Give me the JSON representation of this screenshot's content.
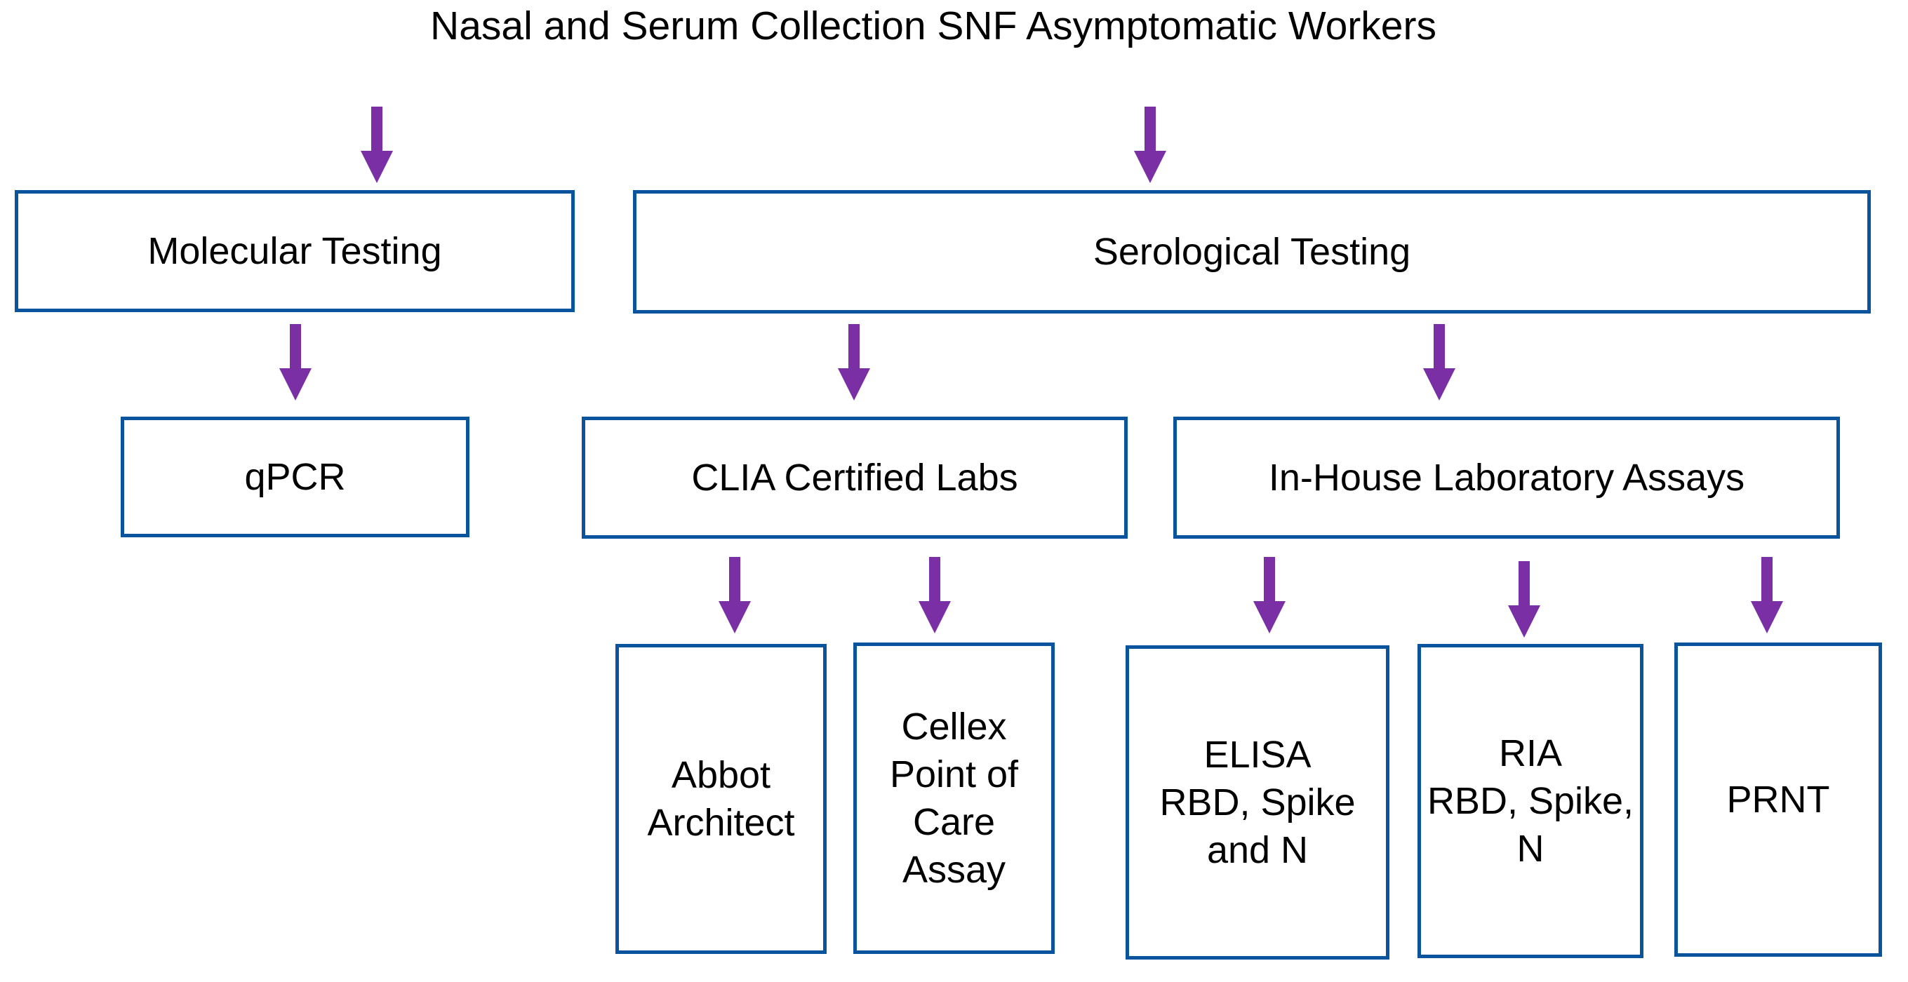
{
  "title": "Nasal and Serum Collection SNF Asymptomatic Workers",
  "colors": {
    "bg": "#FFFFFF",
    "text": "#000000",
    "border": "#0A549E",
    "arrow": "#7B2FA5"
  },
  "nodes": {
    "molecular": {
      "label": "Molecular Testing"
    },
    "serological": {
      "label": "Serological Testing"
    },
    "qpcr": {
      "label": "qPCR"
    },
    "clia": {
      "label": "CLIA Certified Labs"
    },
    "inhouse": {
      "label": "In-House Laboratory Assays"
    },
    "abbot": {
      "label": "Abbot\nArchitect"
    },
    "cellex": {
      "label": "Cellex\nPoint of\nCare\nAssay"
    },
    "elisa": {
      "label": "ELISA\nRBD, Spike\nand N"
    },
    "ria": {
      "label": "RIA\nRBD, Spike,\nN"
    },
    "prnt": {
      "label": "PRNT"
    }
  },
  "edges": [
    {
      "from": "title",
      "to": "molecular"
    },
    {
      "from": "title",
      "to": "serological"
    },
    {
      "from": "molecular",
      "to": "qpcr"
    },
    {
      "from": "serological",
      "to": "clia"
    },
    {
      "from": "serological",
      "to": "inhouse"
    },
    {
      "from": "clia",
      "to": "abbot"
    },
    {
      "from": "clia",
      "to": "cellex"
    },
    {
      "from": "inhouse",
      "to": "elisa"
    },
    {
      "from": "inhouse",
      "to": "ria"
    },
    {
      "from": "inhouse",
      "to": "prnt"
    }
  ]
}
